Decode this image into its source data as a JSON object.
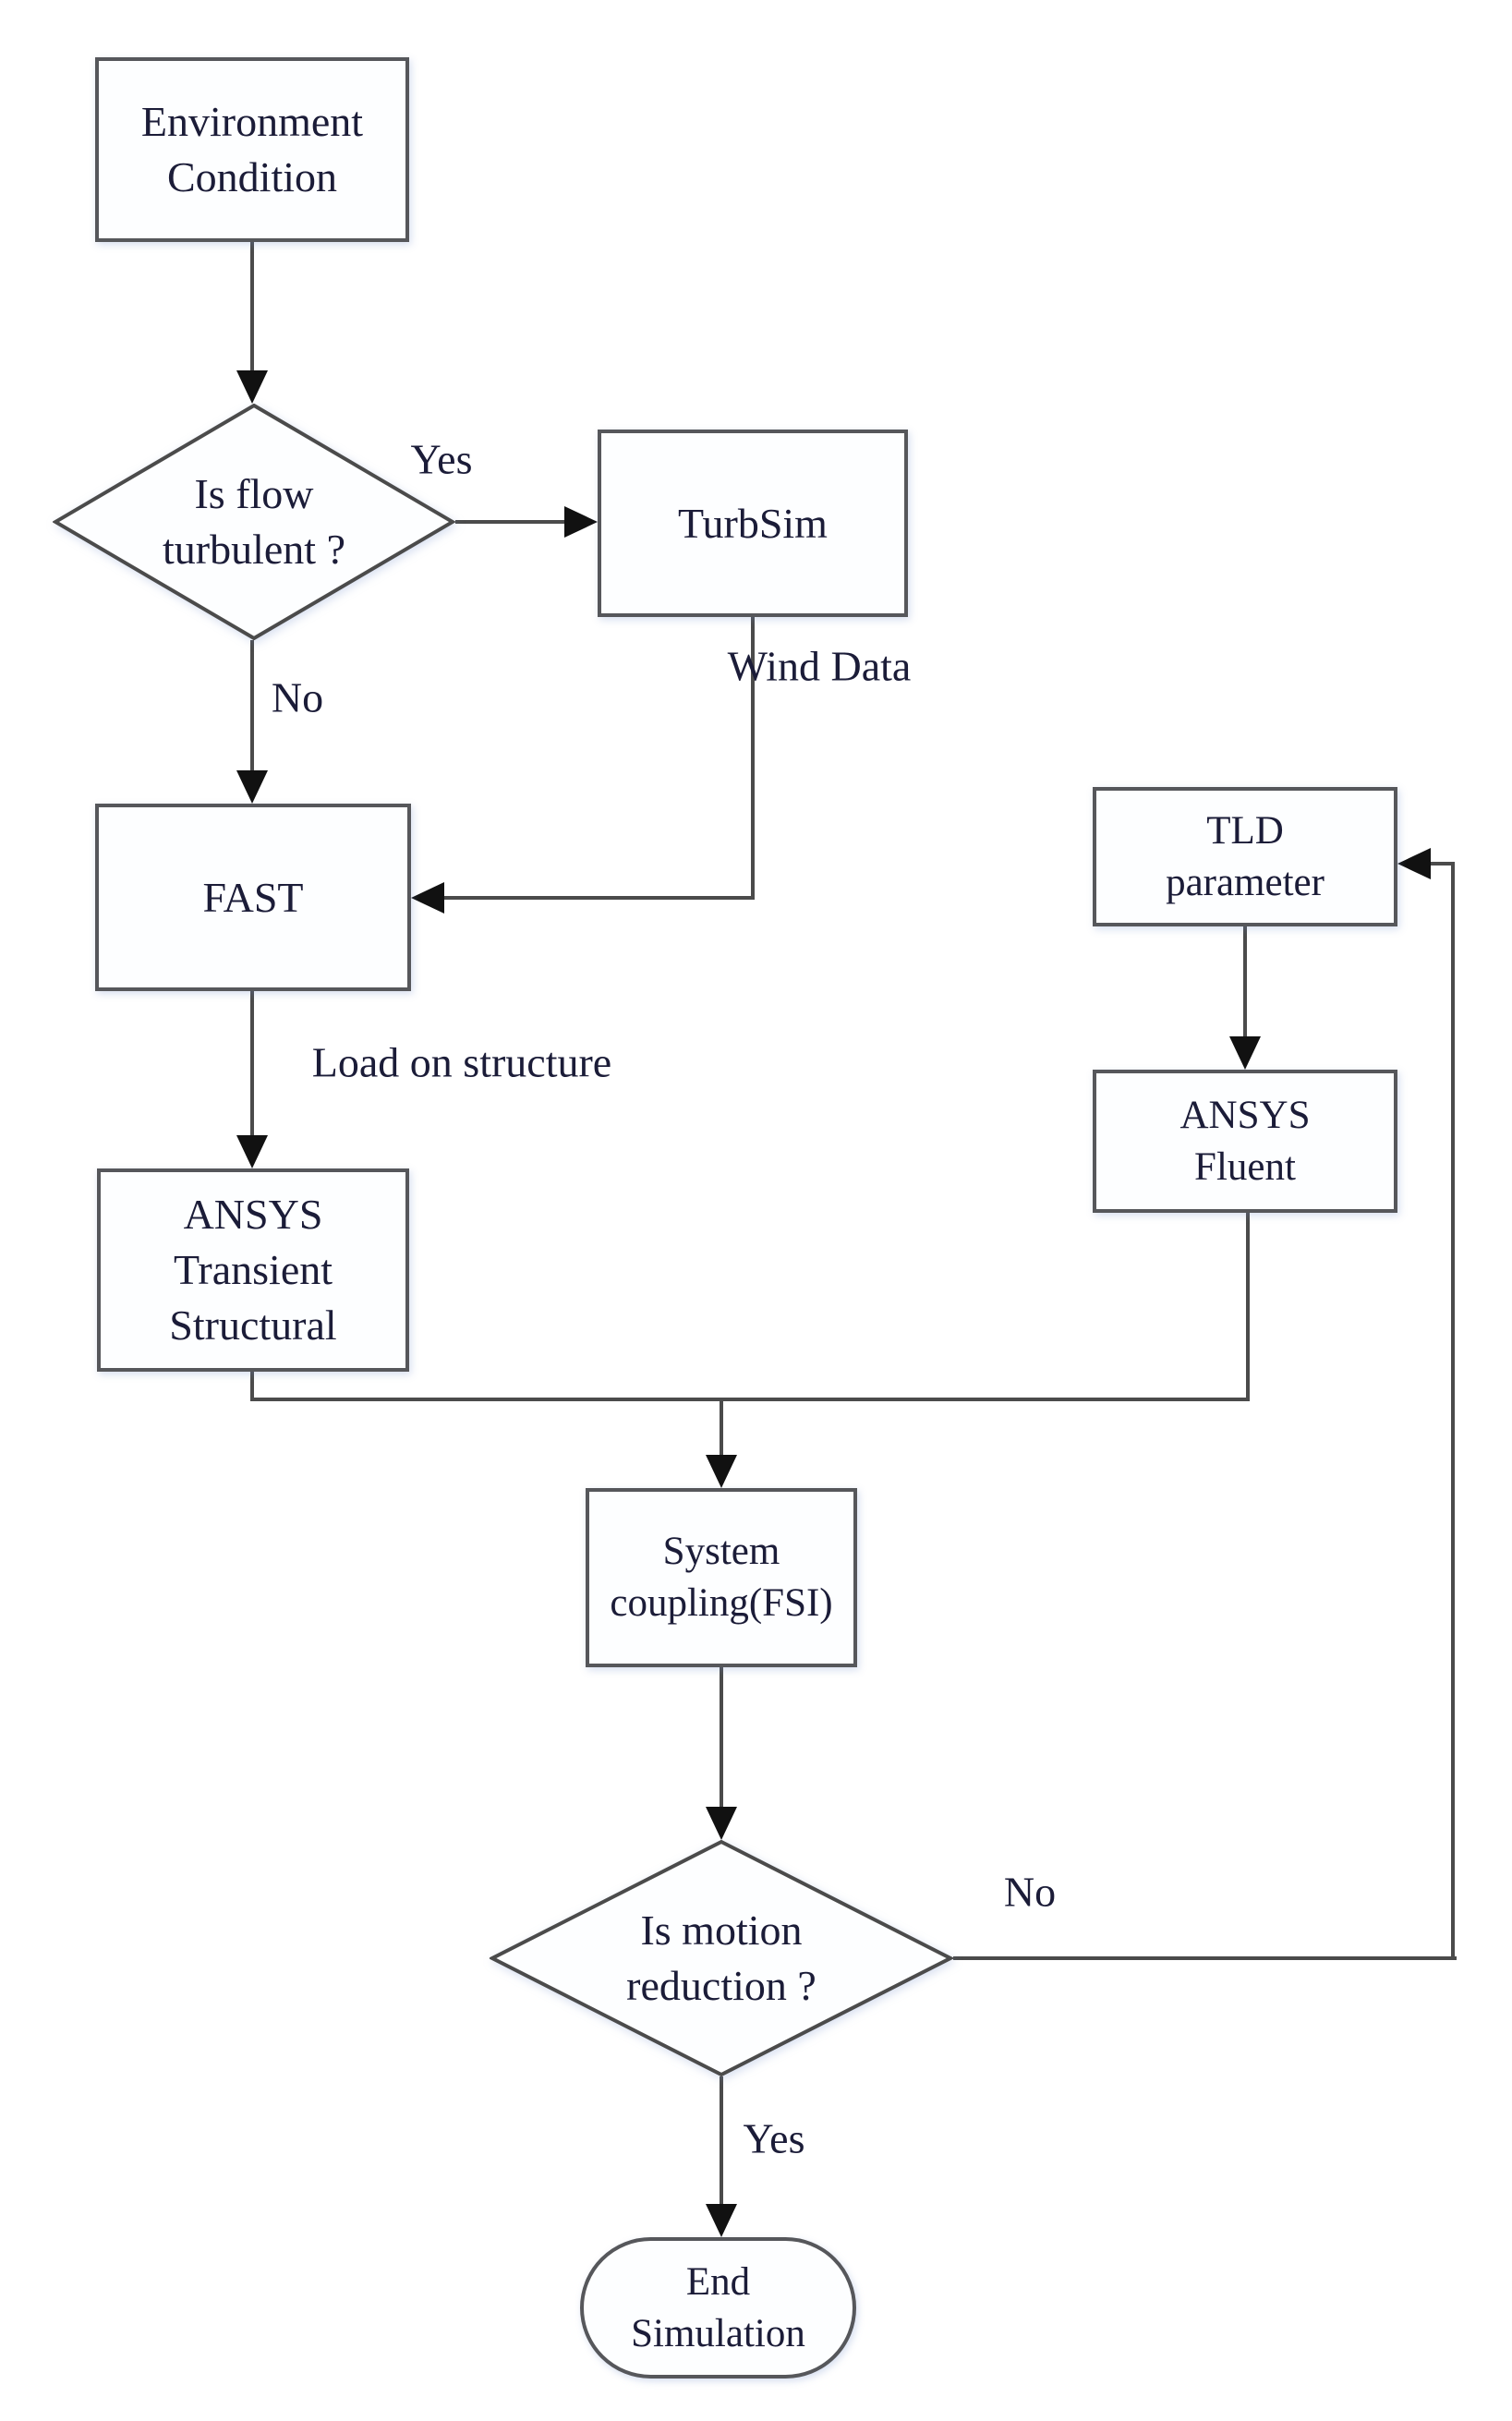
{
  "colors": {
    "line": "#4b4b4b",
    "arrow": "#111111",
    "box_fill": "#fdfeff",
    "box_border": "#56575b",
    "text": "#1b1c38"
  },
  "nodes": {
    "environment": {
      "label": "Environment\nCondition"
    },
    "flow_decision": {
      "label": "Is flow\nturbulent ?"
    },
    "turbsim": {
      "label": "TurbSim"
    },
    "fast": {
      "label": "FAST"
    },
    "ansys_ts": {
      "label": "ANSYS\nTransient\nStructural"
    },
    "tld": {
      "label": "TLD\nparameter"
    },
    "fluent": {
      "label": "ANSYS\nFluent"
    },
    "sys_coupling": {
      "label": "System\ncoupling(FSI)"
    },
    "motion_decision": {
      "label": "Is motion\nreduction ?"
    },
    "end": {
      "label": "End\nSimulation"
    }
  },
  "edge_labels": {
    "flow_yes": "Yes",
    "flow_no": "No",
    "wind_data": "Wind Data",
    "load_on_structure": "Load on structure",
    "motion_no": "No",
    "motion_yes": "Yes"
  }
}
